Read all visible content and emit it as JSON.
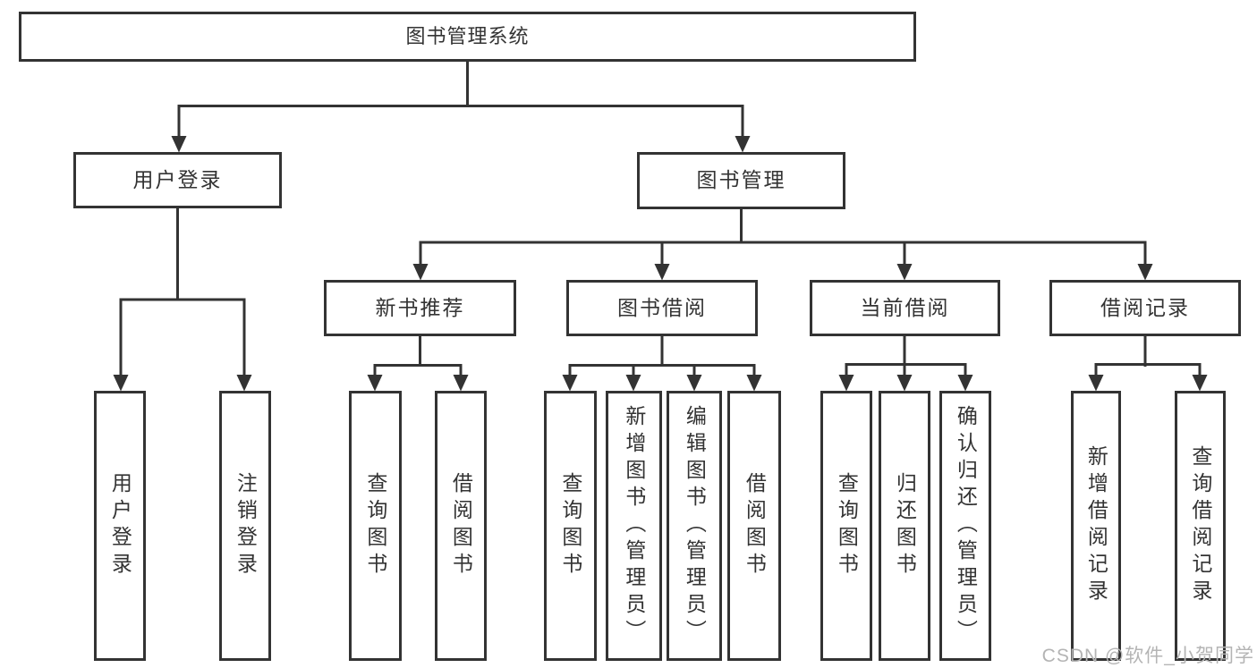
{
  "diagram": {
    "title": "图书管理系统",
    "watermark": "CSDN @软件_小贺同学",
    "colors": {
      "line": "#333333",
      "text": "#333333",
      "box_background": "#ffffff",
      "watermark": "#b4b4b4",
      "page_background": "#ffffff"
    },
    "root": {
      "label": "图书管理系统"
    },
    "branches": [
      {
        "label": "用户登录",
        "children": [
          {
            "label": "用户登录"
          },
          {
            "label": "注销登录"
          }
        ]
      },
      {
        "label": "图书管理",
        "children": [
          {
            "label": "新书推荐",
            "children": [
              {
                "label": "查询图书"
              },
              {
                "label": "借阅图书"
              }
            ]
          },
          {
            "label": "图书借阅",
            "children": [
              {
                "label": "查询图书"
              },
              {
                "label": "新增图书（管理员）"
              },
              {
                "label": "编辑图书（管理员）"
              },
              {
                "label": "借阅图书"
              }
            ]
          },
          {
            "label": "当前借阅",
            "children": [
              {
                "label": "查询图书"
              },
              {
                "label": "归还图书"
              },
              {
                "label": "确认归还（管理员）"
              }
            ]
          },
          {
            "label": "借阅记录",
            "children": [
              {
                "label": "新增借阅记录"
              },
              {
                "label": "查询借阅记录"
              }
            ]
          }
        ]
      }
    ]
  }
}
